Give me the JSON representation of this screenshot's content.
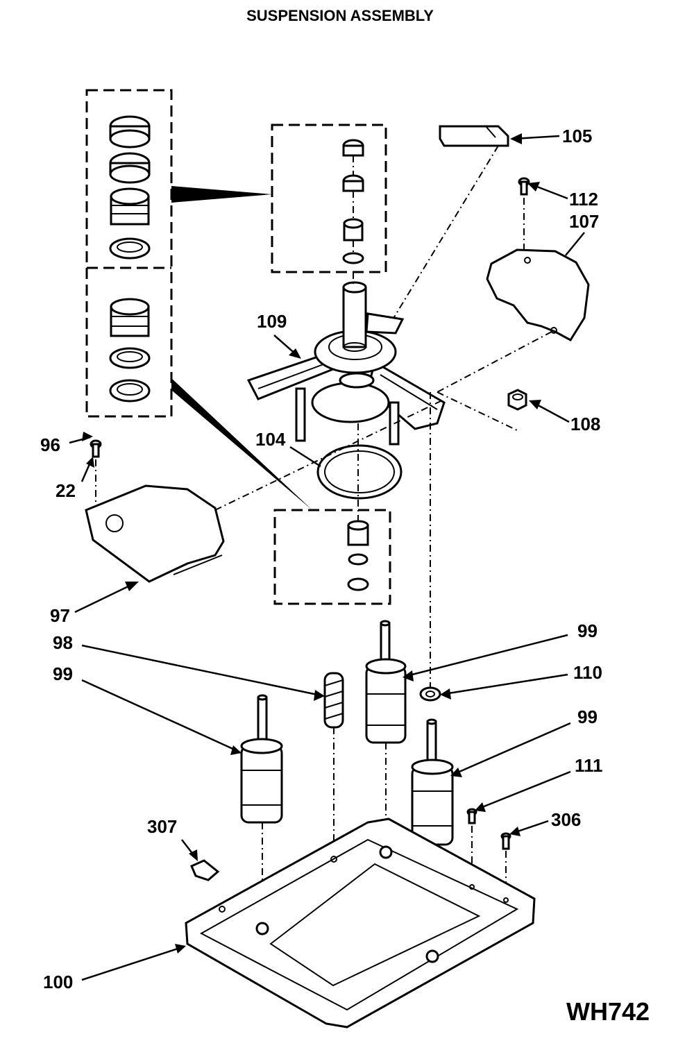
{
  "header": {
    "subtitle": "SUSPENSION ASSEMBLY"
  },
  "callouts": {
    "c105": "105",
    "c112": "112",
    "c107": "107",
    "c109": "109",
    "c108": "108",
    "c96": "96",
    "c104": "104",
    "c22": "22",
    "c97": "97",
    "c98": "98",
    "c99_left": "99",
    "c99_top": "99",
    "c110": "110",
    "c99_right": "99",
    "c111": "111",
    "c307": "307",
    "c306": "306",
    "c100": "100"
  },
  "drawing_code": "WH742"
}
